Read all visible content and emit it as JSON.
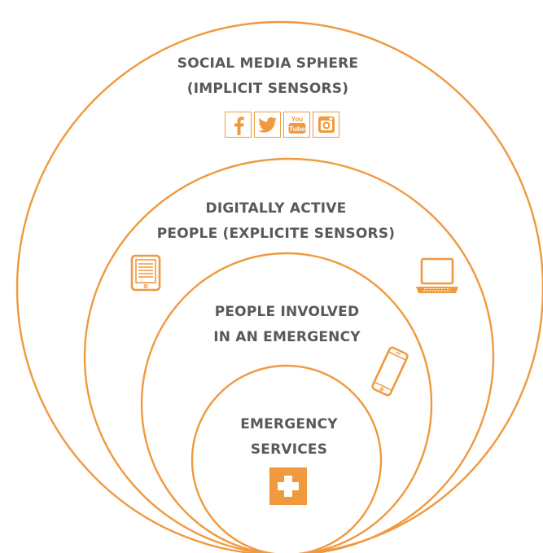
{
  "colors": {
    "accent": "#f0993f",
    "text": "#595959",
    "background": "#ffffff"
  },
  "diagram": {
    "rings": [
      {
        "name": "social media sphere"
      },
      {
        "name": "digitally active people"
      },
      {
        "name": "people involved in an emergency"
      },
      {
        "name": "emergency services"
      }
    ],
    "social_media": {
      "line1": "SOCIAL MEDIA SPHERE",
      "line2": "(IMPLICIT SENSORS)",
      "icons": [
        "facebook-icon",
        "twitter-icon",
        "youtube-icon",
        "instagram-icon"
      ],
      "youtube_text_top": "You",
      "youtube_text_bottom": "Tube"
    },
    "digitally_active": {
      "line1": "DIGITALLY ACTIVE",
      "line2": "PEOPLE  (EXPLICITE SENSORS)",
      "icons": [
        "tablet-icon",
        "laptop-icon"
      ]
    },
    "people_involved": {
      "line1": "PEOPLE INVOLVED",
      "line2": "IN AN EMERGENCY",
      "icons": [
        "smartphone-icon"
      ]
    },
    "emergency_services": {
      "line1": "EMERGENCY",
      "line2": "SERVICES",
      "icons": [
        "medical-cross-icon"
      ]
    }
  }
}
